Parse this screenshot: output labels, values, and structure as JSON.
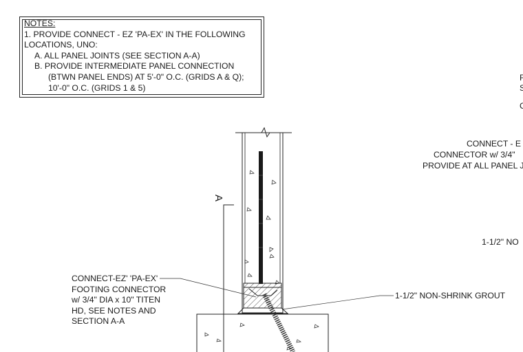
{
  "notes": {
    "title": "NOTES:",
    "lines": [
      "1. PROVIDE CONNECT - EZ 'PA-EX' IN THE FOLLOWING",
      "LOCATIONS, UNO:",
      "A.  ALL PANEL JOINTS (SEE SECTION A-A)",
      "B.  PROVIDE INTERMEDIATE PANEL CONNECTION",
      "(BTWN PANEL ENDS) AT 5'-0\" O.C. (GRIDS A & Q);",
      "10'-0\" O.C. (GRIDS 1 & 5)"
    ]
  },
  "callouts": {
    "connector": [
      "CONNECT-EZ' 'PA-EX'",
      "FOOTING CONNECTOR",
      "w/ 3/4\" DIA x 10\" TITEN",
      "HD, SEE NOTES AND",
      "SECTION A-A"
    ],
    "grout": "1-1/2\" NON-SHRINK GROUT",
    "section_marker": "A"
  },
  "right_panel": {
    "edge_chars": [
      "F",
      "S",
      "C"
    ],
    "connect_lines": [
      "CONNECT - E",
      "CONNECTOR w/ 3/4\"",
      "PROVIDE AT ALL PANEL J"
    ],
    "grout_partial": "1-1/2\" NO"
  }
}
